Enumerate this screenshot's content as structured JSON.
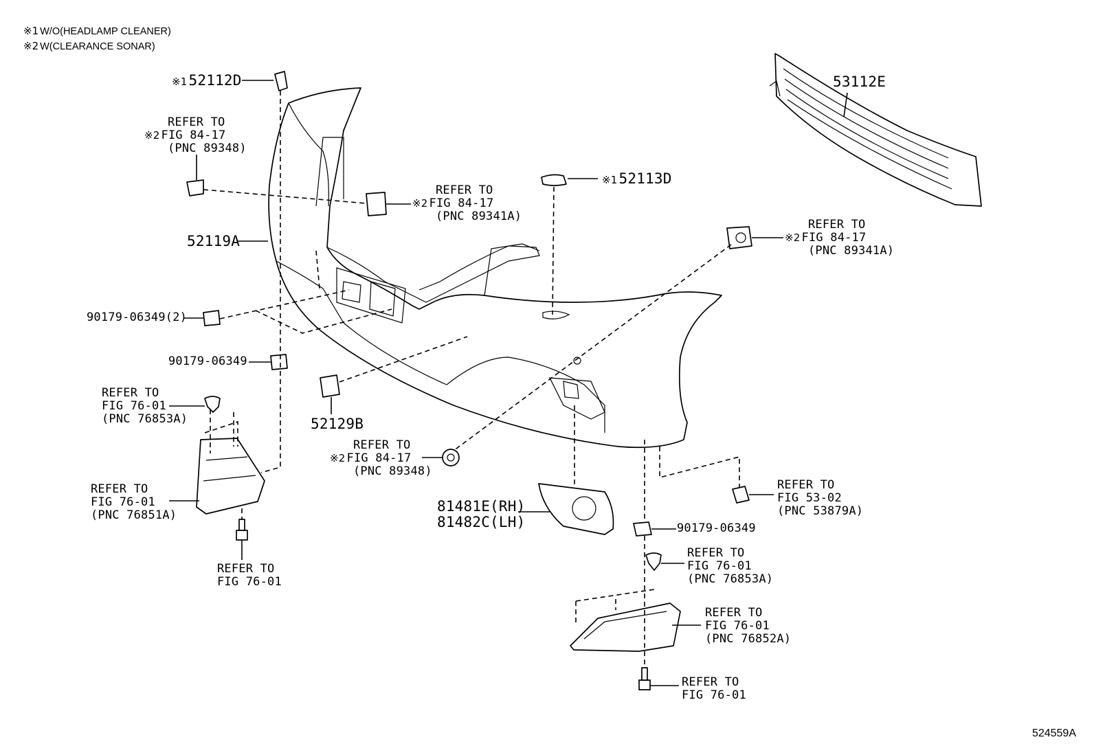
{
  "notes": [
    {
      "mark": "※1",
      "text": "W/O(HEADLAMP CLEANER)"
    },
    {
      "mark": "※2",
      "text": "W(CLEARANCE SONAR)"
    }
  ],
  "figure_id": "524559A",
  "callouts": {
    "p52112d": {
      "mark": "※1",
      "number": "52112D"
    },
    "p52113d": {
      "mark": "※1",
      "number": "52113D"
    },
    "p53112e": {
      "number": "53112E"
    },
    "p52119a": {
      "number": "52119A"
    },
    "p52129b": {
      "number": "52129B"
    },
    "clip_2": {
      "number": "90179-06349(2)"
    },
    "clip_left": {
      "number": "90179-06349"
    },
    "clip_right": {
      "number": "90179-06349"
    },
    "foglamp_cover": {
      "line1": "81481E(RH)",
      "line2": "81482C(LH)"
    },
    "ref_sonar_left": {
      "mark": "※2",
      "lines": [
        "REFER TO",
        "FIG 84-17",
        "(PNC 89348)"
      ]
    },
    "ref_sonar_center": {
      "mark": "※2",
      "lines": [
        "REFER TO",
        "FIG 84-17",
        "(PNC 89341A)"
      ]
    },
    "ref_sonar_right": {
      "mark": "※2",
      "lines": [
        "REFER TO",
        "FIG 84-17",
        "(PNC 89341A)"
      ]
    },
    "ref_sonar_bottom": {
      "mark": "※2",
      "lines": [
        "REFER TO",
        "FIG 84-17",
        "(PNC 89348)"
      ]
    },
    "ref_clip_left_top": {
      "lines": [
        "REFER TO",
        "FIG 76-01",
        "(PNC 76853A)"
      ]
    },
    "ref_spoiler_left": {
      "lines": [
        "REFER TO",
        "FIG 76-01",
        "(PNC 76851A)"
      ]
    },
    "ref_bolt_left": {
      "lines": [
        "REFER TO",
        "FIG 76-01"
      ]
    },
    "ref_sensor_bracket": {
      "lines": [
        "REFER TO",
        "FIG 53-02",
        "(PNC 53879A)"
      ]
    },
    "ref_clip_right": {
      "lines": [
        "REFER TO",
        "FIG 76-01",
        "(PNC 76853A)"
      ]
    },
    "ref_spoiler_right": {
      "lines": [
        "REFER TO",
        "FIG 76-01",
        "(PNC 76852A)"
      ]
    },
    "ref_bolt_right": {
      "lines": [
        "REFER TO",
        "FIG 76-01"
      ]
    }
  }
}
